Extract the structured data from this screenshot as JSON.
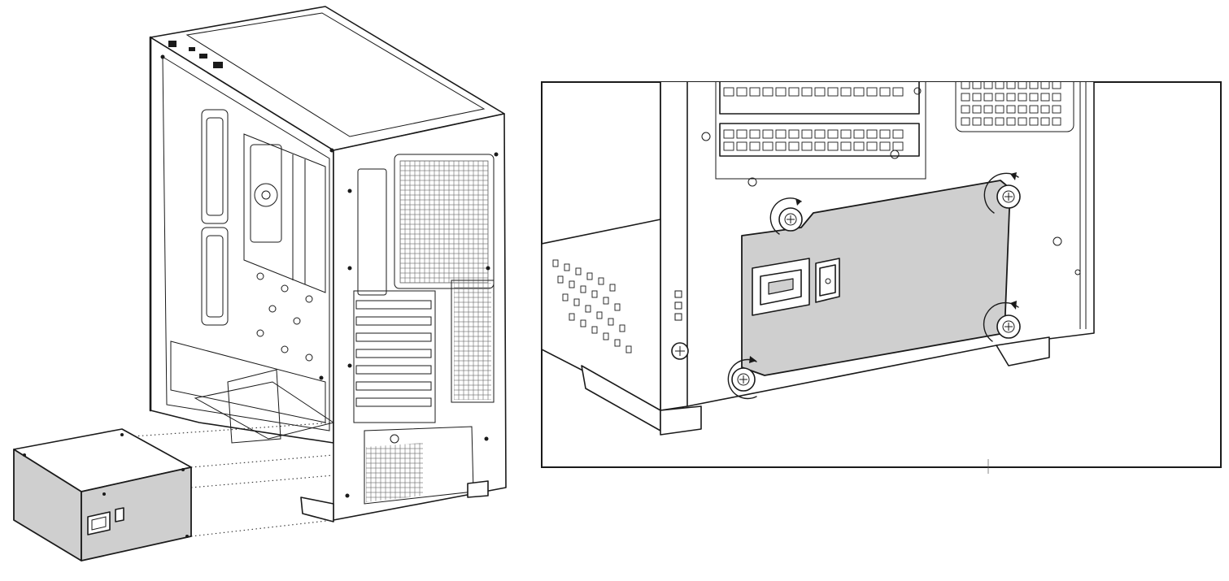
{
  "figure": {
    "panels": [
      {
        "id": "overview",
        "view": "case-with-power-supply-being-inserted"
      },
      {
        "id": "detail",
        "view": "rear-psu-mount-screws"
      }
    ],
    "screw_count": 4,
    "colors": {
      "line": "#1a1a1a",
      "psu_gray": "#cfcfcf",
      "background": "#ffffff"
    },
    "icons": [
      "power-supply-icon",
      "case-icon",
      "screw-icon",
      "rotate-arrow-icon",
      "power-socket-icon",
      "power-switch-icon"
    ]
  }
}
